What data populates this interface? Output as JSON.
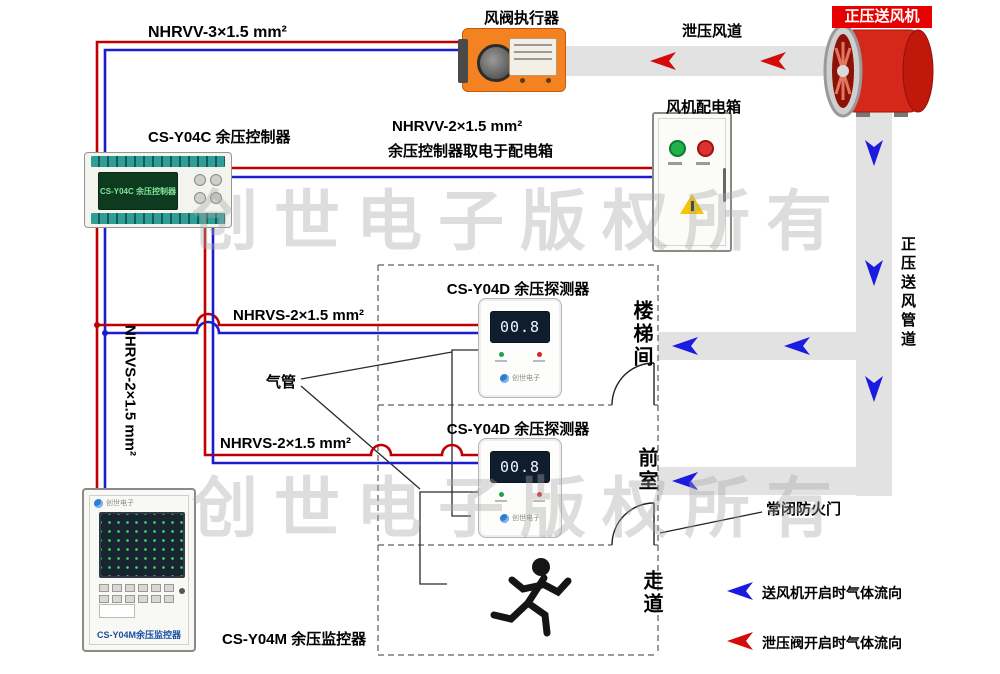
{
  "watermark": {
    "text": "创世电子版权所有"
  },
  "labels": {
    "cable_top": "NHRVV-3×1.5 mm²",
    "actuator": "风阀执行器",
    "relief_duct": "泄压风道",
    "fan": "正压送风机",
    "power_box": "风机配电箱",
    "controller": "CS-Y04C 余压控制器",
    "power_cable": "NHRVV-2×1.5 mm²",
    "power_note": "余压控制器取电于配电箱",
    "detector1": "CS-Y04D 余压探测器",
    "detector2": "CS-Y04D 余压探测器",
    "nhrvs_top": "NHRVS-2×1.5 mm²",
    "nhrvs_bottom": "NHRVS-2×1.5 mm²",
    "nhrvs_vertical": "NHRVS-2×1.5 mm²",
    "air_tube": "气管",
    "monitor": "CS-Y04M 余压监控器",
    "fire_door": "常闭防火门",
    "supply_duct": "正压送风管道"
  },
  "rooms": {
    "stairwell": "楼梯间",
    "front_room": "前室",
    "corridor": "走道"
  },
  "legend": {
    "supply_flow": "送风机开启时气体流向",
    "relief_flow": "泄压阀开启时气体流向"
  },
  "devices": {
    "controller_screen": "CS-Y04C 余压控制器",
    "detector_display1": "00.8",
    "detector_display2": "00.8",
    "brand": "创世电子",
    "monitor_device_label": "CS-Y04M余压监控器"
  },
  "colors": {
    "wire_red": "#c00000",
    "wire_blue": "#1c1ccd",
    "arrow_red": "#d40b0b",
    "arrow_blue": "#1a1ae0",
    "duct_grey": "#e2e2e2",
    "actuator_orange": "#f58220",
    "fan_red": "#d6281a"
  }
}
